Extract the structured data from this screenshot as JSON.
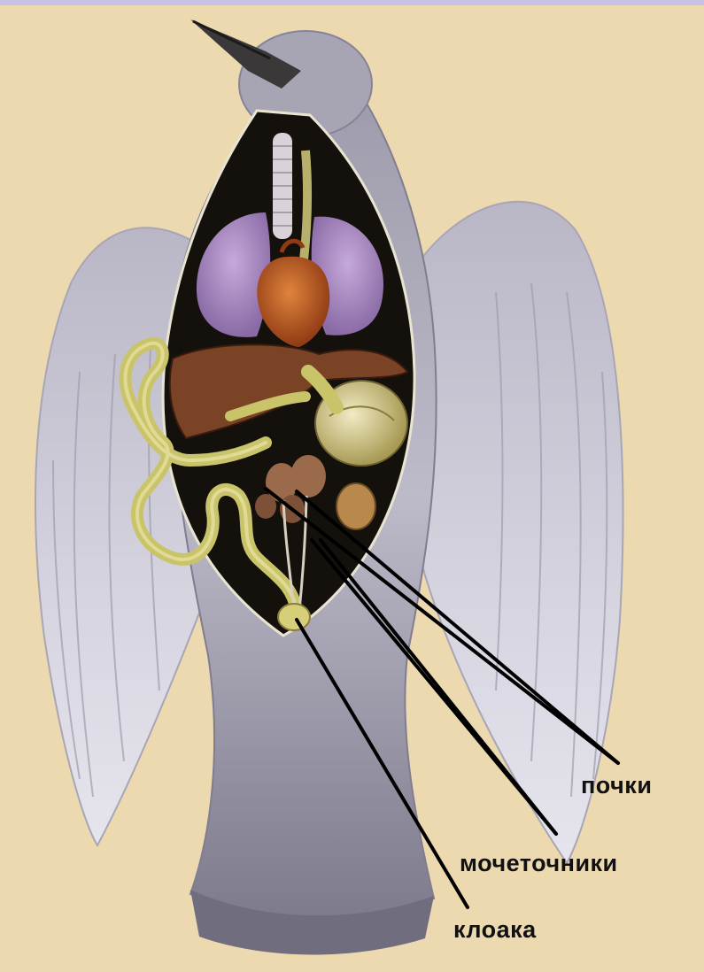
{
  "labels": {
    "kidneys": "почки",
    "ureters": "мочеточники",
    "cloaca": "клоака"
  },
  "colors": {
    "background": "#ecd9b0",
    "plumage": "#c8c6d3",
    "plumage_shadow": "#8c8a9a",
    "cavity": "#14100c",
    "lungs": "#a88bc0",
    "heart": "#b5541e",
    "liver": "#7a4326",
    "intestine": "#c9c46a",
    "gizzard": "#d9cc8a",
    "kidneys": "#9a6a4a",
    "leader_line": "#000000"
  }
}
